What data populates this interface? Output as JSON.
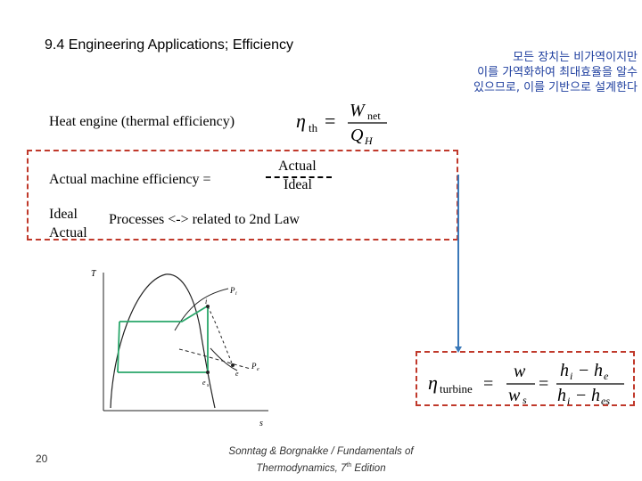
{
  "slide": {
    "title": "9.4 Engineering Applications; Efficiency",
    "korean_note": [
      "모든 장치는 비가역이지만",
      "이를 가역화하여 최대효율을 알수",
      "있으므로, 이를 기반으로 설계한다"
    ],
    "heat_engine_label": "Heat engine (thermal efficiency)",
    "thermal_eq": {
      "eta": "η",
      "sub": "th",
      "eq": "=",
      "num": "W",
      "num_sub": "net",
      "den": "Q",
      "den_sub": "H"
    },
    "actual_machine_label": "Actual machine efficiency =",
    "fraction_top": "Actual",
    "fraction_bottom": "Ideal",
    "ideal_label": "Ideal",
    "actual_label": "Actual",
    "processes_label": "Processes <-> related to 2nd Law",
    "turbine_eq": {
      "eta": "η",
      "sub": "turbine",
      "eq1": "=",
      "w": "w",
      "ws": "w",
      "ws_sub": "s",
      "eq2": "=",
      "h1": "h",
      "i": "i",
      "minus": "−",
      "h2": "h",
      "e": "e",
      "es": "es"
    },
    "page_number": "20",
    "citation_line1": "Sonntag & Borgnakke  /  Fundamentals of",
    "citation_line2": "Thermodynamics, 7",
    "citation_sup": "th",
    "citation_tail": " Edition"
  },
  "diagram": {
    "y_axis": "T",
    "x_axis": "s",
    "p_i": "P",
    "p_i_sub": "i",
    "p_e": "P",
    "p_e_sub": "e",
    "i": "i",
    "e": "e",
    "es": "e",
    "es_sub": "s"
  },
  "colors": {
    "accent": "#c0392b",
    "connector": "#3a78b8",
    "cycle": "#29a66a",
    "korean": "#1f3f9f"
  }
}
